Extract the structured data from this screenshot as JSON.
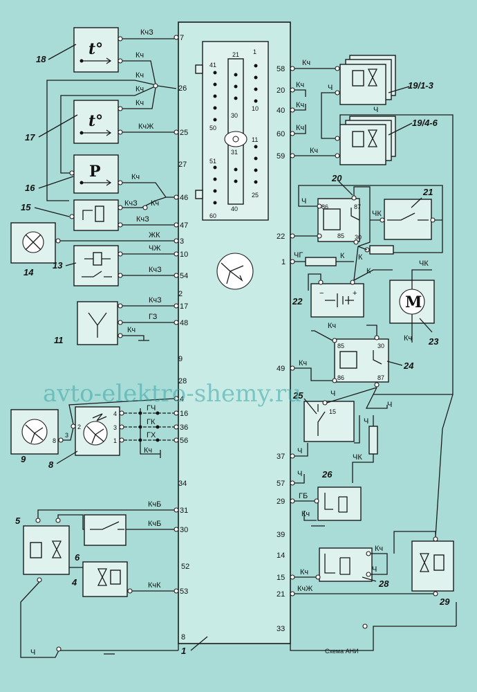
{
  "watermark": "avto-elektro-shemy.ru",
  "signature": "Схема АНИ",
  "components": {
    "c1": "1",
    "c4": "4",
    "c5": "5",
    "c6": "6",
    "c8": "8",
    "c9": "9",
    "c11": "11",
    "c13": "13",
    "c14": "14",
    "c15": "15",
    "c16": "16",
    "c17": "17",
    "c18": "18",
    "c19a": "19/1-3",
    "c19b": "19/4-6",
    "c20": "20",
    "c21": "21",
    "c22": "22",
    "c23": "23",
    "c24": "24",
    "c25": "25",
    "c26": "26",
    "c28": "28",
    "c29": "29"
  },
  "symbols": {
    "temp": "t°",
    "pressure": "P",
    "motor": "M"
  },
  "ecu_pins_left": [
    "7",
    "26",
    "25",
    "27",
    "46",
    "47",
    "3",
    "10",
    "54",
    "2",
    "17",
    "48",
    "9",
    "28",
    "4",
    "16",
    "36",
    "56",
    "34",
    "31",
    "30",
    "52",
    "53",
    "8"
  ],
  "ecu_pins_right": [
    "58",
    "20",
    "40",
    "60",
    "59",
    "22",
    "1",
    "49",
    "37",
    "57",
    "29",
    "39",
    "14",
    "15",
    "21",
    "33"
  ],
  "connector_pins": [
    "21",
    "1",
    "41",
    "10",
    "30",
    "50",
    "31",
    "11",
    "51",
    "25",
    "40",
    "60"
  ],
  "wire_labels": {
    "w7": "КчЗ",
    "w18": "Кч",
    "w26a": "Кч",
    "w26b": "Кч",
    "w17a": "Кч",
    "w25": "КчЖ",
    "w16": "Кч",
    "w15a": "КчЗ",
    "w15b": "Кч",
    "w47": "КчЗ",
    "w3": "ЖК",
    "w10": "ЧЖ",
    "w17": "КчЗ",
    "w48": "ГЗ",
    "w11": "Кч",
    "w16b": "ГЧ",
    "w36": "ГК",
    "w56": "ГХ",
    "w8g": "Кч",
    "w31": "КчБ",
    "w30": "КчБ",
    "w53": "КчК",
    "wbot": "Ч",
    "w58": "Кч",
    "w20": "Кч",
    "w40": "Кч",
    "w60": "Кч",
    "w59": "Кч",
    "w19c": "Ч",
    "w19d": "Ч",
    "w20r": "Ч",
    "w21": "ЧК",
    "w22": "К",
    "w1": "ЧГ",
    "w1b": "К",
    "w1c": "К",
    "w23": "ЧК",
    "w23b": "Кч",
    "w24a": "Кч",
    "w49": "Кч",
    "w25c": "Ч",
    "w87": "Ч",
    "w37": "Ч",
    "wfuse": "Ч",
    "wchk": "ЧК",
    "w57": "Ч",
    "w29": "ГБ",
    "w26c": "Кч",
    "w15r": "Кч",
    "w28a": "Кч",
    "w28b": "Ч",
    "w21r": "КчЖ"
  },
  "pin_numbers": {
    "p8a": "8",
    "p3a": "3",
    "p2": "2",
    "p4": "4",
    "p3b": "3",
    "p1": "1",
    "p86": "86",
    "p85": "85",
    "p87": "87",
    "p30": "30",
    "q85": "85",
    "q30": "30",
    "q86": "86",
    "q87": "87",
    "q15": "15"
  }
}
